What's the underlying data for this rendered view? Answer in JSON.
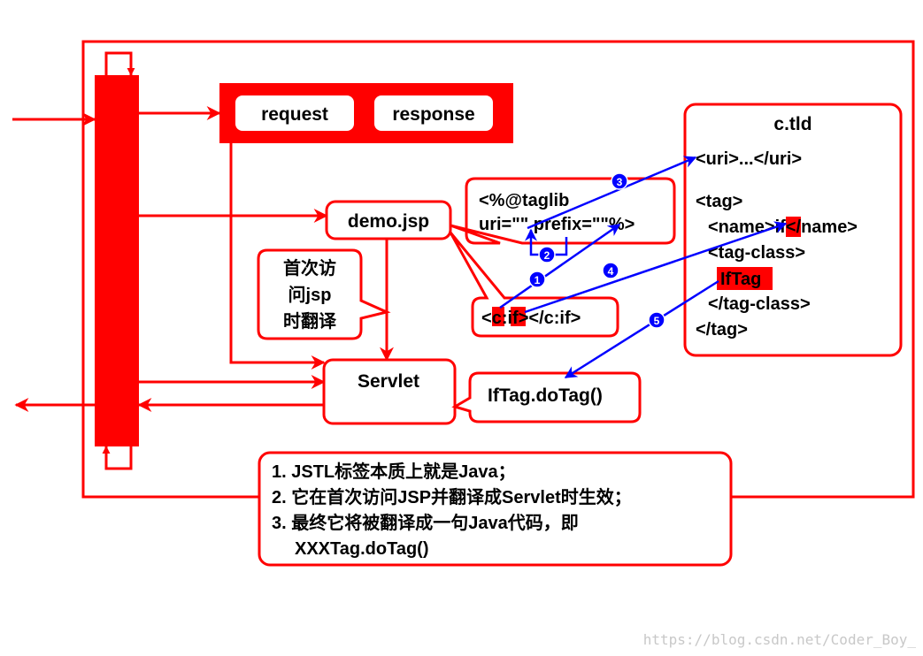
{
  "colors": {
    "red": "#ff0000",
    "blue": "#0000ff",
    "text": "#000000",
    "watermark": "#c8c8c8"
  },
  "boxes": {
    "request": "request",
    "response": "response",
    "demo_jsp": "demo.jsp",
    "servlet": "Servlet",
    "iftag_dotag": "IfTag.doTag()"
  },
  "taglib": {
    "line1": "<%@taglib",
    "line2": "uri=\"\" prefix=\"\"%>"
  },
  "cif": {
    "prefix": "c",
    "colon": ":",
    "name": "if",
    "rest": "></c:if>",
    "open": "<"
  },
  "note": {
    "line1": "首次访",
    "line2": "问jsp",
    "line3": "时翻译"
  },
  "tld": {
    "title": "c.tld",
    "uri_line": "<uri>...</uri>",
    "tag_open": "<tag>",
    "name_open": "<name>",
    "name_value": "if",
    "name_close": "</name>",
    "tag_class_open": "<tag-class>",
    "tag_class_value": "IfTag",
    "tag_class_close": "</tag-class>",
    "tag_close": "</tag>"
  },
  "steps": [
    "1",
    "2",
    "3",
    "4",
    "5"
  ],
  "summary": {
    "line1": "1. JSTL标签本质上就是Java；",
    "line2": "2. 它在首次访问JSP并翻译成Servlet时生效；",
    "line3": "3. 最终它将被翻译成一句Java代码，即",
    "line4": "XXXTag.doTag()"
  },
  "watermark": "https://blog.csdn.net/Coder_Boy_"
}
